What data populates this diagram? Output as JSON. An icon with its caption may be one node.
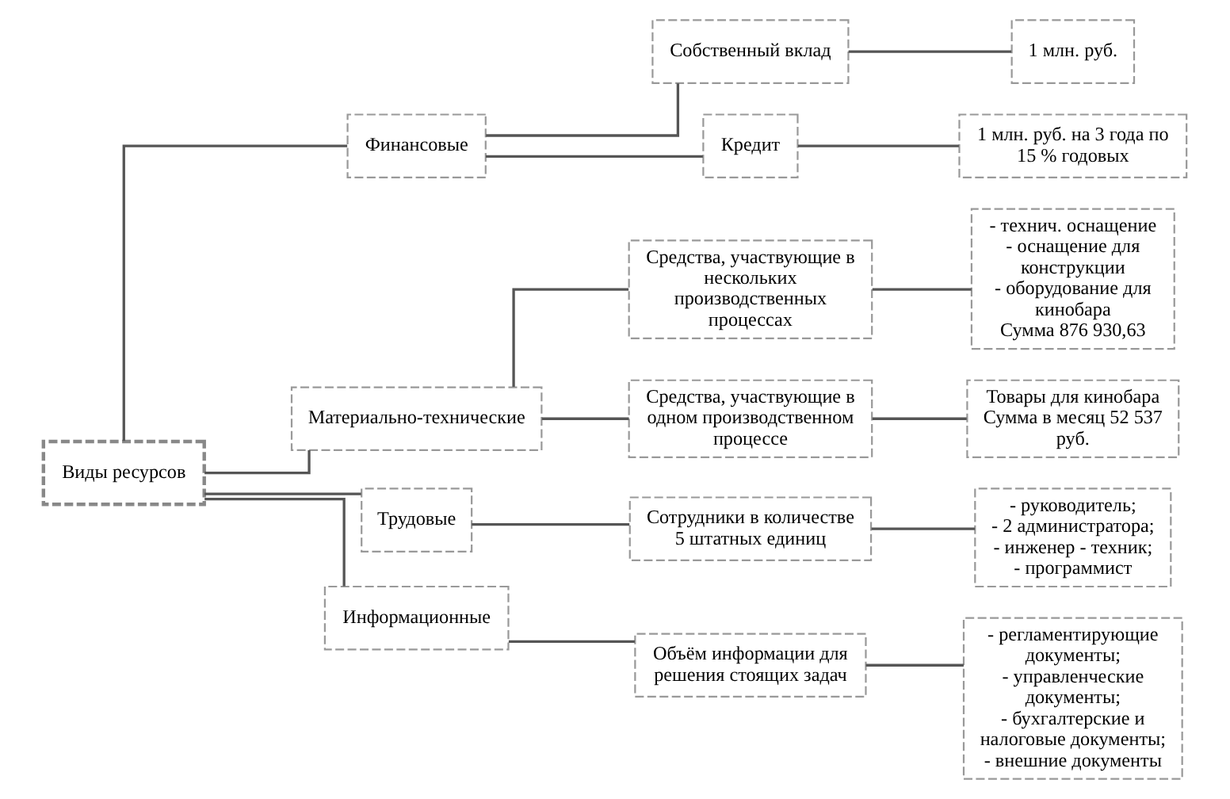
{
  "diagram": {
    "nodes": [
      {
        "text": [
          "Виды ресурсов"
        ]
      },
      {
        "text": [
          "Финансовые"
        ]
      },
      {
        "text": [
          "Материально-технические"
        ]
      },
      {
        "text": [
          "Трудовые"
        ]
      },
      {
        "text": [
          "Информационные"
        ]
      },
      {
        "text": [
          "Собственный вклад"
        ]
      },
      {
        "text": [
          "Кредит"
        ]
      },
      {
        "text": [
          "Средства, участвующие в нескольких производственных процессах"
        ]
      },
      {
        "text": [
          "Средства, участвующие в одном производственном процессе"
        ]
      },
      {
        "text": [
          "Сотрудники в количестве 5 штатных единиц"
        ]
      },
      {
        "text": [
          "Объём информации для решения стоящих задач"
        ]
      },
      {
        "text": [
          "1 млн. руб."
        ]
      },
      {
        "text": [
          "1 млн. руб. на 3 года по 15 % годовых"
        ]
      },
      {
        "text": [
          "- технич. оснащение",
          "- оснащение для конструкции",
          "- оборудование для кинобара",
          "Сумма 876 930,63"
        ]
      },
      {
        "text": [
          "Товары для кинобара",
          "Сумма в месяц 52 537 руб."
        ]
      },
      {
        "text": [
          "- руководитель;",
          "- 2 администратора;",
          "- инженер - техник;",
          "- программист"
        ]
      },
      {
        "text": [
          "- регламентирующие документы;",
          "- управленческие документы;",
          "- бухгалтерские и налоговые документы;",
          "- внешние документы"
        ]
      }
    ],
    "edges": [
      {
        "from": 0,
        "to": 1,
        "arrow": "none"
      },
      {
        "from": 0,
        "to": 2,
        "arrow": "none"
      },
      {
        "from": 0,
        "to": 3,
        "arrow": "none"
      },
      {
        "from": 0,
        "to": 4,
        "arrow": "none"
      },
      {
        "from": 1,
        "to": 5,
        "arrow": "none"
      },
      {
        "from": 1,
        "to": 6,
        "arrow": "none"
      },
      {
        "from": 2,
        "to": 7,
        "arrow": "none"
      },
      {
        "from": 2,
        "to": 8,
        "arrow": "none"
      },
      {
        "from": 3,
        "to": 9,
        "arrow": "none"
      },
      {
        "from": 4,
        "to": 10,
        "arrow": "none"
      },
      {
        "from": 5,
        "to": 11,
        "arrow": "none"
      },
      {
        "from": 6,
        "to": 12,
        "arrow": "none"
      },
      {
        "from": 7,
        "to": 13,
        "arrow": "none"
      },
      {
        "from": 8,
        "to": 14,
        "arrow": "none"
      },
      {
        "from": 9,
        "to": 15,
        "arrow": "none"
      },
      {
        "from": 10,
        "to": 16,
        "arrow": "none"
      }
    ]
  }
}
